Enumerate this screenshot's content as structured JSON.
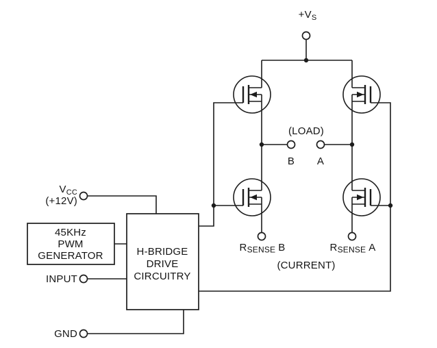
{
  "labels": {
    "supply_prefix": "+V",
    "supply_sub": "S",
    "vcc_prefix": "V",
    "vcc_sub": "CC",
    "vcc_voltage": "(+12V)",
    "load": "(LOAD)",
    "terminal_b": "B",
    "terminal_a": "A",
    "rsense_prefix": "R",
    "rsense_sub": "SENSE",
    "rsense_b_suffix": "B",
    "rsense_a_suffix": "A",
    "current": "(CURRENT)",
    "input": "INPUT",
    "gnd": "GND"
  },
  "pwm_box": {
    "line1": "45KHz",
    "line2": "PWM",
    "line3": "GENERATOR"
  },
  "drive_box": {
    "line1": "H-BRIDGE",
    "line2": "DRIVE",
    "line3": "CIRCUITRY"
  },
  "colors": {
    "stroke": "#1c1c1c",
    "background": "#ffffff"
  }
}
